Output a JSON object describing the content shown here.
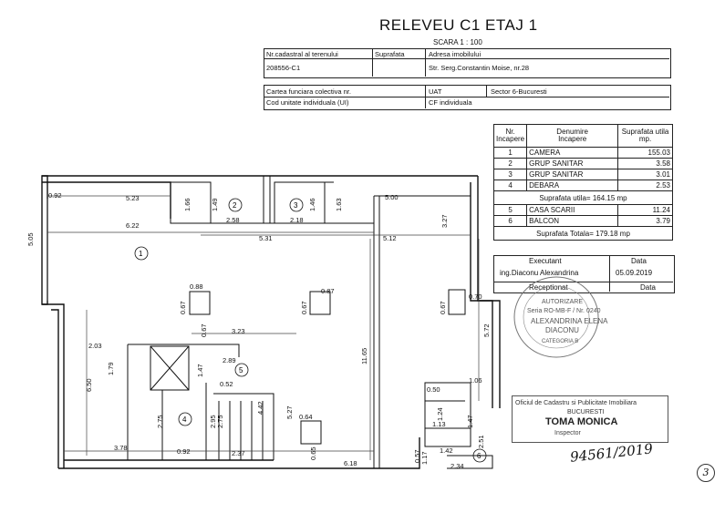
{
  "header": {
    "title": "RELEVEU C1 ETAJ 1",
    "scale": "SCARA  1 : 100"
  },
  "info": {
    "nr_cadastral_label": "Nr.cadastral al terenului",
    "suprafata_label": "Suprafata",
    "adresa_label": "Adresa imobilului",
    "nr_cadastral_value": "208556-C1",
    "adresa_value": "Str. Serg.Constantin Moise, nr.28",
    "carte_funciara_label": "Cartea funciara colectiva nr.",
    "uat_label": "UAT",
    "uat_value": "Sector 6-Bucuresti",
    "cod_unitate_label": "Cod unitate individuala (UI)",
    "cf_label": "CF individuala"
  },
  "rooms_table": {
    "col_nr": "Nr.\nIncapere",
    "col_name": "Denumire\nIncapere",
    "col_area": "Suprafata utila\nmp.",
    "rows": [
      {
        "nr": "1",
        "name": "CAMERA",
        "area": "155.03"
      },
      {
        "nr": "2",
        "name": "GRUP SANITAR",
        "area": "3.58"
      },
      {
        "nr": "3",
        "name": "GRUP SANITAR",
        "area": "3.01"
      },
      {
        "nr": "4",
        "name": "DEBARA",
        "area": "2.53"
      }
    ],
    "useful_total": "Suprafata utila= 164.15 mp",
    "rows2": [
      {
        "nr": "5",
        "name": "CASA SCARII",
        "area": "11.24"
      },
      {
        "nr": "6",
        "name": "BALCON",
        "area": "3.79"
      }
    ],
    "grand_total": "Suprafata Totala= 179.18 mp"
  },
  "execution": {
    "executant_label": "Executant",
    "data_label": "Data",
    "executant_name": "ing.Diaconu Alexandrina",
    "executant_date": "05.09.2019",
    "receptionat_label": "Receptionat",
    "data_label2": "Data"
  },
  "stamps": {
    "authorizer_lines": [
      "AUTORIZARE",
      "Seria RO-MB-F / Nr. 0240",
      "ALEXANDRINA ELENA",
      "DIACONU",
      "CATEGORIA B"
    ],
    "office_line1": "Oficiul de Cadastru si Publicitate Imobiliara",
    "office_line2": "BUCURESTI",
    "office_line3": "TOMA MONICA",
    "office_line4": "Inspector",
    "handwritten_number": "94561/2019",
    "page_number": "3"
  },
  "plan": {
    "room_labels": [
      "1",
      "2",
      "3",
      "4",
      "5",
      "6"
    ],
    "dims": {
      "d092": "0.92",
      "d523": "5.23",
      "d622": "6.22",
      "d505": "5.05",
      "d166": "1.66",
      "d149": "1.49",
      "d258": "2.58",
      "d146": "1.46",
      "d163": "1.63",
      "d218": "2.18",
      "d500": "5.00",
      "d327": "3.27",
      "d531": "5.31",
      "d512": "5.12",
      "d088": "0.88",
      "d067a": "0.67",
      "d087": "0.87",
      "d067b": "0.67",
      "d070": "0.70",
      "d067c": "0.67",
      "d323": "3.23",
      "d1165": "11.65",
      "d572": "5.72",
      "d203": "2.03",
      "d289": "2.89",
      "d179": "1.79",
      "d147": "1.47",
      "d052": "0.52",
      "d650": "6.50",
      "d275a": "2.75",
      "d275b": "2.75",
      "d295": "2.95",
      "d442": "4.42",
      "d527": "5.27",
      "d378": "3.78",
      "d092b": "0.92",
      "d237": "2.37",
      "d064": "0.64",
      "d065": "0.65",
      "d618": "6.18",
      "d050": "0.50",
      "d106": "1.06",
      "d124": "1.24",
      "d113": "1.13",
      "d147b": "1.47",
      "d251": "2.51",
      "d142": "1.42",
      "d234": "2.34",
      "d057": "0.57",
      "d117": "1.17"
    }
  }
}
